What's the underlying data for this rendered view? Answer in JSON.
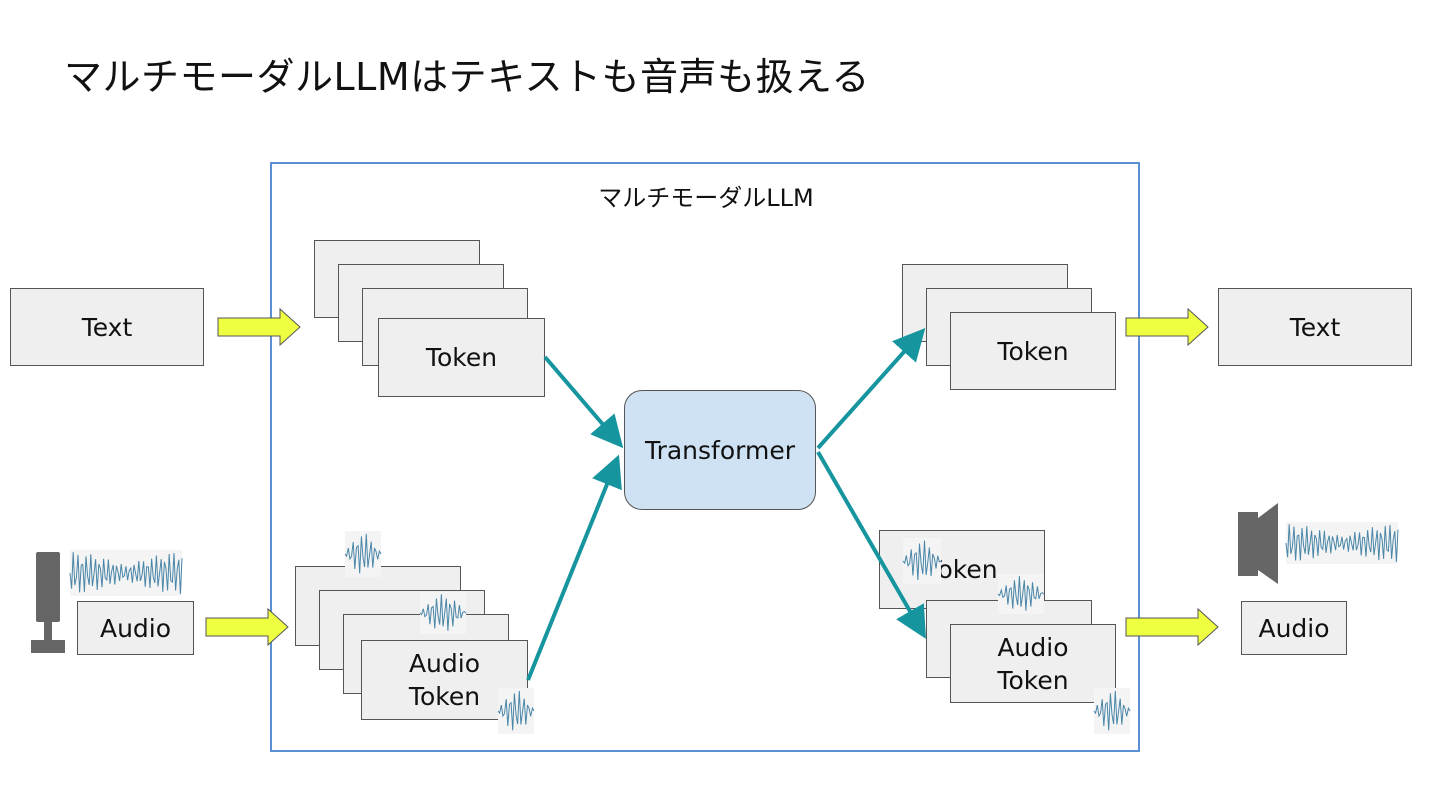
{
  "title": "マルチモーダルLLMはテキストも音声も扱える",
  "llm_label": "マルチモーダルLLM",
  "input": {
    "text_label": "Text",
    "audio_label": "Audio"
  },
  "output": {
    "text_label": "Text",
    "audio_label": "Audio"
  },
  "tokens": {
    "text_in": "Token",
    "audio_in": "Audio\nToken",
    "text_out": "Token",
    "audio_out_back": "Token",
    "audio_out": "Audio\nToken"
  },
  "transformer": "Transformer",
  "colors": {
    "frame": "#5b8fd3",
    "arrow_teal": "#16959f",
    "block_arrow": "#eeff41",
    "transformer_fill": "#cfe2f3",
    "box_fill": "#efefef",
    "icon": "#666666",
    "wave": "#4a86a8"
  },
  "icons": {
    "mic": "microphone-icon",
    "speaker": "speaker-icon",
    "waveform": "waveform-icon"
  }
}
